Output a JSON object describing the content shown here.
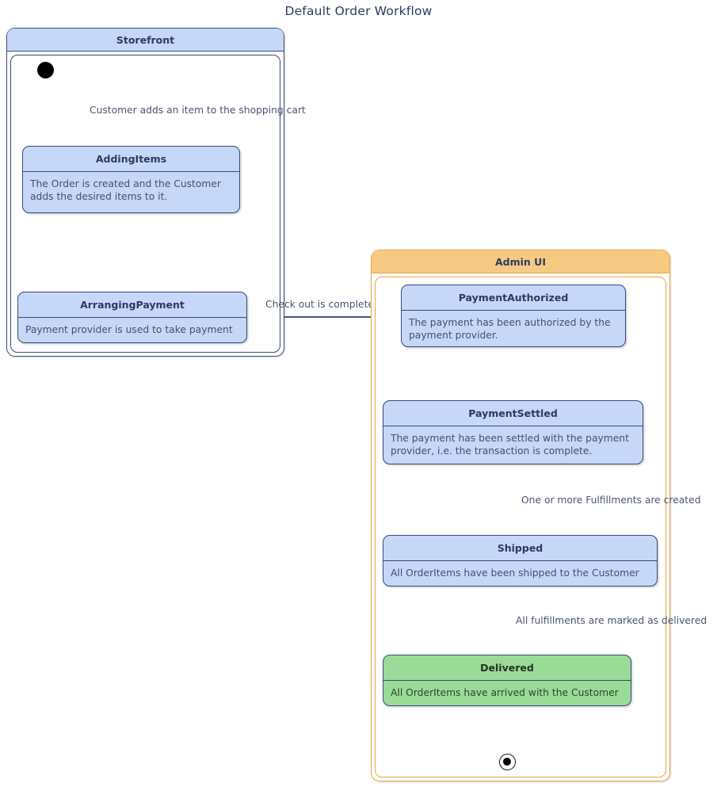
{
  "diagram": {
    "title": "Default Order Workflow",
    "type": "uml-state-machine",
    "colors": {
      "state_fill": "#c7d7f7",
      "state_border": "#39497a",
      "final_state_fill": "#9adb97",
      "admin_region_fill": "#f7ca83",
      "admin_region_border": "#e9a440",
      "text": "#2c3a63",
      "edge": "#3b4a7a"
    }
  },
  "regions": [
    {
      "id": "storefront",
      "label": "Storefront",
      "accent": "blue"
    },
    {
      "id": "admin_ui",
      "label": "Admin UI",
      "accent": "orange"
    }
  ],
  "states": [
    {
      "id": "adding_items",
      "region": "storefront",
      "title": "AddingItems",
      "description": "The Order is created and the Customer adds the desired items to it.",
      "style": "blue"
    },
    {
      "id": "arranging_payment",
      "region": "storefront",
      "title": "ArrangingPayment",
      "description": "Payment provider is used to take payment",
      "style": "blue"
    },
    {
      "id": "payment_authorized",
      "region": "admin_ui",
      "title": "PaymentAuthorized",
      "description": "The payment has been authorized by the payment provider.",
      "style": "blue"
    },
    {
      "id": "payment_settled",
      "region": "admin_ui",
      "title": "PaymentSettled",
      "description": "The payment has been settled with the payment provider, i.e. the transaction is complete.",
      "style": "blue"
    },
    {
      "id": "shipped",
      "region": "admin_ui",
      "title": "Shipped",
      "description": "All OrderItems have been shipped to the Customer",
      "style": "blue"
    },
    {
      "id": "delivered",
      "region": "admin_ui",
      "title": "Delivered",
      "description": "All OrderItems have arrived with the Customer",
      "style": "green"
    }
  ],
  "transitions": [
    {
      "id": "t1",
      "from": "initial",
      "to": "adding_items",
      "label": "Customer adds an item to the shopping cart"
    },
    {
      "id": "t2",
      "from": "adding_items",
      "to": "arranging_payment",
      "label": ""
    },
    {
      "id": "t3",
      "from": "arranging_payment",
      "to": "payment_authorized",
      "label": "Check out is completed"
    },
    {
      "id": "t4",
      "from": "payment_authorized",
      "to": "payment_settled",
      "label": ""
    },
    {
      "id": "t5",
      "from": "payment_settled",
      "to": "shipped",
      "label": "One or more Fulfillments are created"
    },
    {
      "id": "t6",
      "from": "shipped",
      "to": "delivered",
      "label": "All fulfillments are marked as delivered"
    },
    {
      "id": "t7",
      "from": "delivered",
      "to": "final",
      "label": ""
    }
  ],
  "pseudostates": [
    {
      "id": "initial",
      "kind": "initial",
      "region": "storefront"
    },
    {
      "id": "final",
      "kind": "final",
      "region": "admin_ui"
    }
  ]
}
